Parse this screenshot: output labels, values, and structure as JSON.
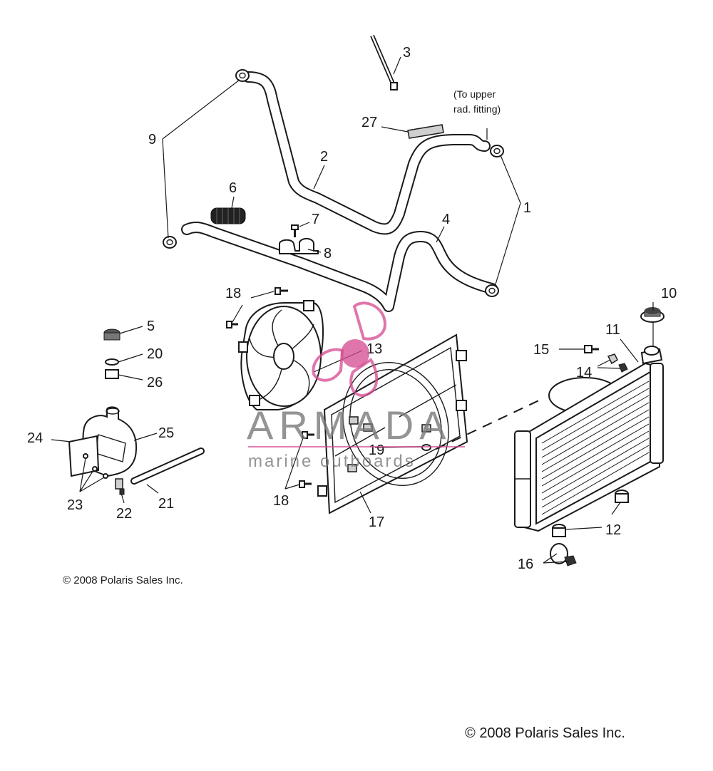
{
  "callouts": {
    "c1": "1",
    "c2": "2",
    "c3": "3",
    "c4": "4",
    "c5": "5",
    "c6": "6",
    "c7": "7",
    "c8": "8",
    "c9": "9",
    "c10": "10",
    "c11": "11",
    "c12": "12",
    "c13": "13",
    "c14": "14",
    "c15": "15",
    "c16": "16",
    "c17": "17",
    "c18a": "18",
    "c18b": "18",
    "c19": "19",
    "c20": "20",
    "c21": "21",
    "c22": "22",
    "c23": "23",
    "c24": "24",
    "c25": "25",
    "c26": "26",
    "c27": "27"
  },
  "note": {
    "line1": "(To upper",
    "line2": "rad. fitting)"
  },
  "watermark": {
    "brand": "ARMADA",
    "tagline": "marine outboards",
    "color": "#d4488f"
  },
  "copyright": {
    "top": "2008 Polaris Sales Inc.",
    "bottom": "2008 Polaris Sales Inc.",
    "symbol": "©"
  },
  "icons": {
    "copyright_mark": "copyright-icon"
  }
}
